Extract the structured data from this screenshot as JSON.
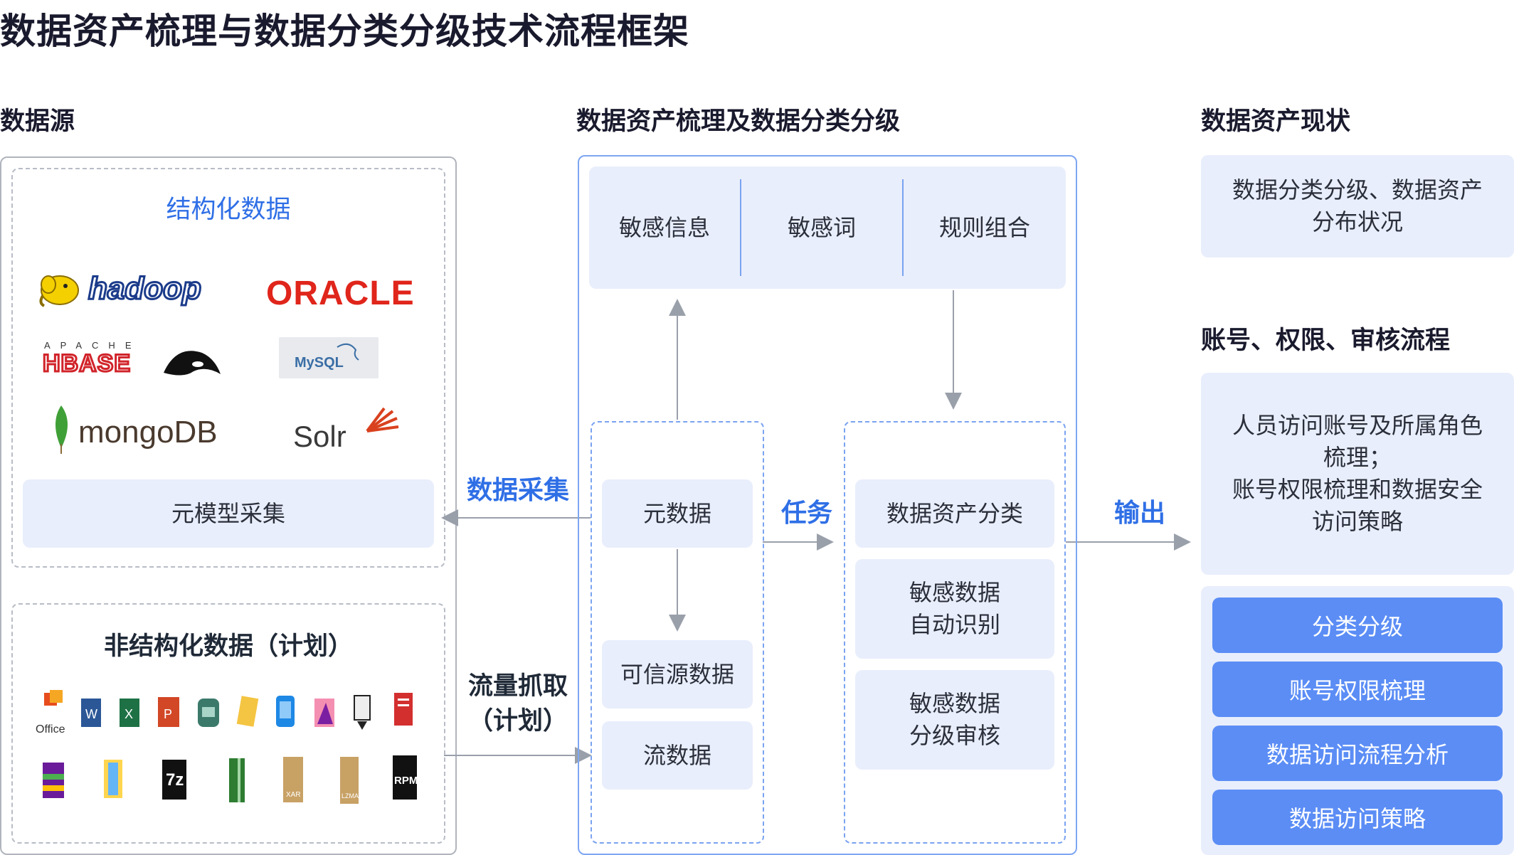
{
  "title": "数据资产梳理与数据分类分级技术流程框架",
  "columns": {
    "source": "数据源",
    "middle": "数据资产梳理及数据分类分级",
    "right": "数据资产现状"
  },
  "structured": {
    "title": "结构化数据",
    "logos": {
      "hadoop": "hadoop",
      "oracle": "ORACLE",
      "hbase_top": "APACHE",
      "hbase": "HBASE",
      "mysql": "MySQL",
      "mongodb": "mongoDB",
      "solr": "Solr"
    },
    "collect": "元模型采集"
  },
  "unstructured": {
    "title": "非结构化数据（计划）",
    "file_icons": [
      "office-icon",
      "word-icon",
      "excel-icon",
      "powerpoint-icon",
      "archive-icon",
      "notes-icon",
      "mobile-icon",
      "picture-icon",
      "download-icon",
      "pdf-icon",
      "winrar-icon",
      "zip-icon",
      "7z-icon",
      "book-icon",
      "xar-icon",
      "lzma-icon",
      "rpm-icon"
    ],
    "icon_texts": {
      "office": "Office",
      "sevenz": "7z",
      "xar": "XAR",
      "lzma": "LZMA",
      "rpm": "RPM"
    }
  },
  "connectors": {
    "collect": "数据采集",
    "traffic": "流量抓取\n（计划）",
    "task": "任务",
    "output": "输出"
  },
  "rules": {
    "items": [
      "敏感信息",
      "敏感词",
      "规则组合"
    ]
  },
  "sources": {
    "metadata": "元数据",
    "trusted": "可信源数据",
    "stream": "流数据"
  },
  "classify": {
    "asset": "数据资产分类",
    "auto": "敏感数据\n自动识别",
    "review": "敏感数据\n分级审核"
  },
  "status": {
    "box1": "数据分类分级、数据资产\n分布状况",
    "section2": "账号、权限、审核流程",
    "box2": "人员访问账号及所属角色\n梳理；\n账号权限梳理和数据安全\n访问策略",
    "buttons": [
      "分类分级",
      "账号权限梳理",
      "数据访问流程分析",
      "数据访问策略"
    ]
  },
  "colors": {
    "accent": "#2f6fe6",
    "button": "#5b8df5",
    "light_box": "#e9eefc"
  }
}
